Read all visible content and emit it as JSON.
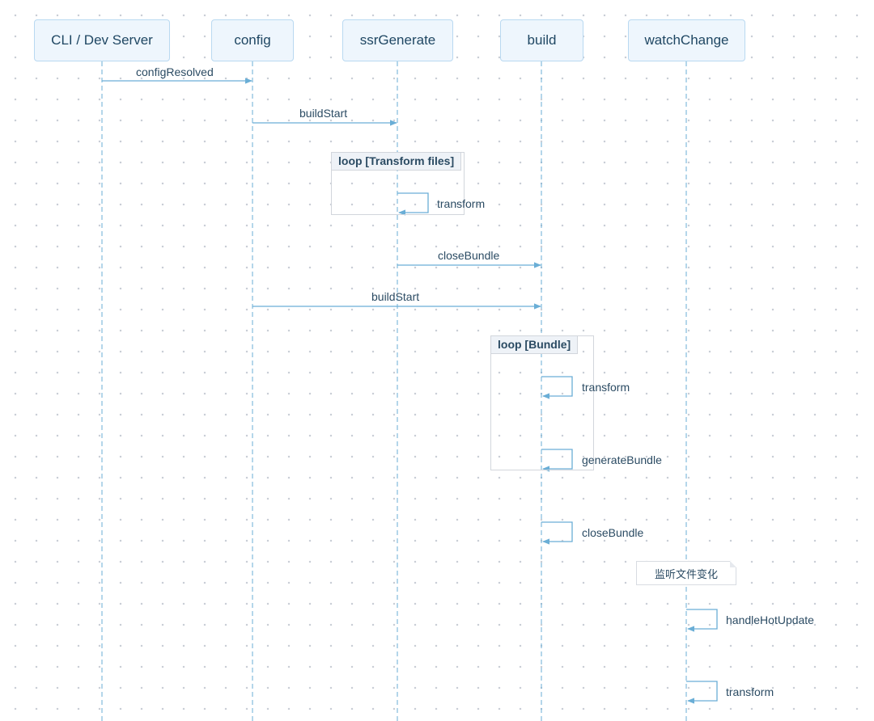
{
  "participants": [
    {
      "name": "CLI / Dev Server"
    },
    {
      "name": "config"
    },
    {
      "name": "ssrGenerate"
    },
    {
      "name": "build"
    },
    {
      "name": "watchChange"
    }
  ],
  "messages": [
    {
      "label": "configResolved",
      "from": "CLI / Dev Server",
      "to": "config"
    },
    {
      "label": "buildStart",
      "from": "config",
      "to": "ssrGenerate"
    },
    {
      "label": "transform",
      "from": "ssrGenerate",
      "to": "ssrGenerate"
    },
    {
      "label": "closeBundle",
      "from": "ssrGenerate",
      "to": "build"
    },
    {
      "label": "buildStart",
      "from": "config",
      "to": "build"
    },
    {
      "label": "transform",
      "from": "build",
      "to": "build"
    },
    {
      "label": "generateBundle",
      "from": "build",
      "to": "build"
    },
    {
      "label": "closeBundle",
      "from": "build",
      "to": "build"
    },
    {
      "label": "handleHotUpdate",
      "from": "watchChange",
      "to": "watchChange"
    },
    {
      "label": "transform",
      "from": "watchChange",
      "to": "watchChange"
    }
  ],
  "loops": [
    {
      "label": "loop [Transform files]"
    },
    {
      "label": "loop [Bundle]"
    }
  ],
  "note": {
    "text": "监听文件变化",
    "over": "watchChange"
  },
  "colors": {
    "line": "#6aaed6",
    "participant_fill": "#eef6fd",
    "participant_border": "#b9d9f1",
    "text": "#2b4b63"
  }
}
